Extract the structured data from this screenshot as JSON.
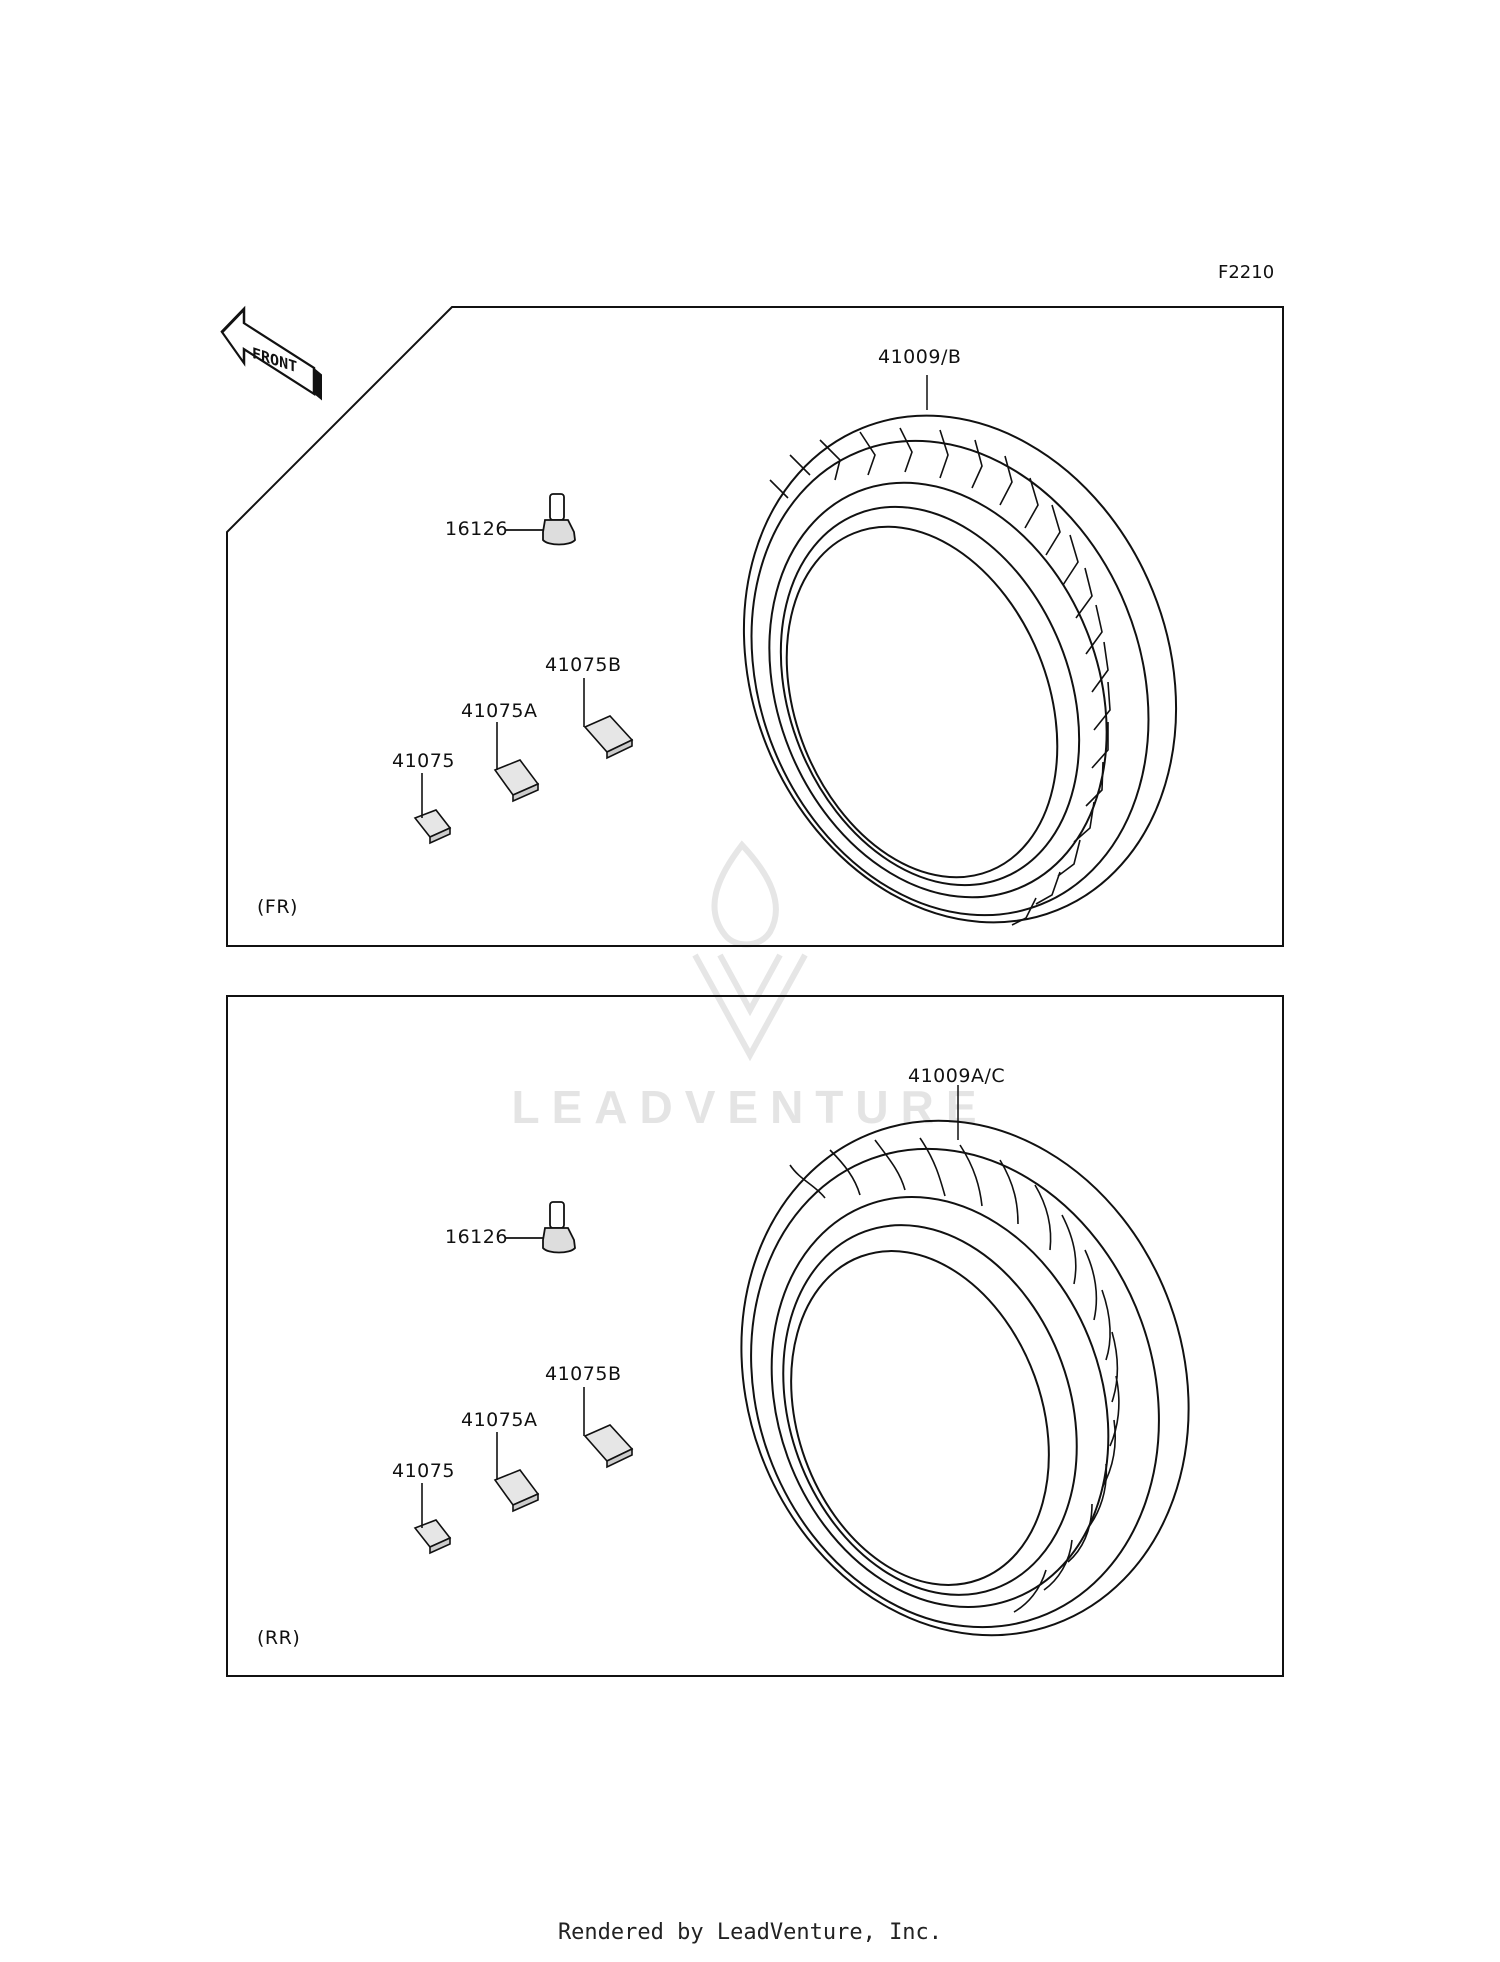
{
  "figure_code": "F2210",
  "front_arrow_label": "FRONT",
  "watermark": "LEADVENTURE",
  "footer": "Rendered by LeadVenture, Inc.",
  "sections": [
    {
      "tag": "(FR)",
      "tire_part": "41009/B",
      "valve_part": "16126",
      "weights": [
        "41075B",
        "41075A",
        "41075"
      ]
    },
    {
      "tag": "(RR)",
      "tire_part": "41009A/C",
      "valve_part": "16126",
      "weights": [
        "41075B",
        "41075A",
        "41075"
      ]
    }
  ]
}
